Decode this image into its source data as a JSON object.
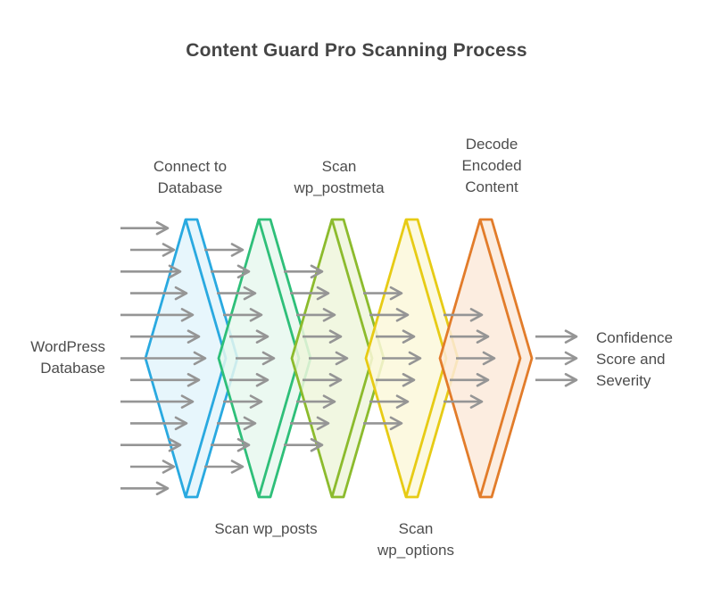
{
  "title": "Content Guard Pro Scanning Process",
  "input": {
    "label": "WordPress Database",
    "lines": [
      "WordPress",
      "Database"
    ]
  },
  "output": {
    "label": "Confidence Score and Severity",
    "lines": [
      "Confidence",
      "Score and",
      "Severity"
    ]
  },
  "stages": [
    {
      "id": "connect-to-database",
      "label": "Connect to Database",
      "label_lines": [
        "Connect to",
        "Database"
      ],
      "label_position": "top",
      "stroke": "#29a9e0",
      "fill": "#e3f4fc"
    },
    {
      "id": "scan-wp-posts",
      "label": "Scan wp_posts",
      "label_lines": [
        "Scan wp_posts"
      ],
      "label_position": "bottom",
      "stroke": "#2ebf79",
      "fill": "#e7f8ef"
    },
    {
      "id": "scan-wp-postmeta",
      "label": "Scan wp_postmeta",
      "label_lines": [
        "Scan",
        "wp_postmeta"
      ],
      "label_position": "top",
      "stroke": "#8cbb2d",
      "fill": "#eff6dc"
    },
    {
      "id": "scan-wp-options",
      "label": "Scan wp_options",
      "label_lines": [
        "Scan",
        "wp_options"
      ],
      "label_position": "bottom",
      "stroke": "#e7cb15",
      "fill": "#fcf8da"
    },
    {
      "id": "decode-encoded-content",
      "label": "Decode Encoded Content",
      "label_lines": [
        "Decode",
        "Encoded",
        "Content"
      ],
      "label_position": "top",
      "stroke": "#e27c2a",
      "fill": "#fbeadb"
    }
  ],
  "arrows": {
    "color": "#959595",
    "input_rows": 13,
    "rows_after_stage": [
      11,
      9,
      7,
      5,
      3
    ]
  },
  "colors": {
    "background": "#ffffff",
    "text": "#4d4d4d",
    "title_text": "#454545"
  }
}
